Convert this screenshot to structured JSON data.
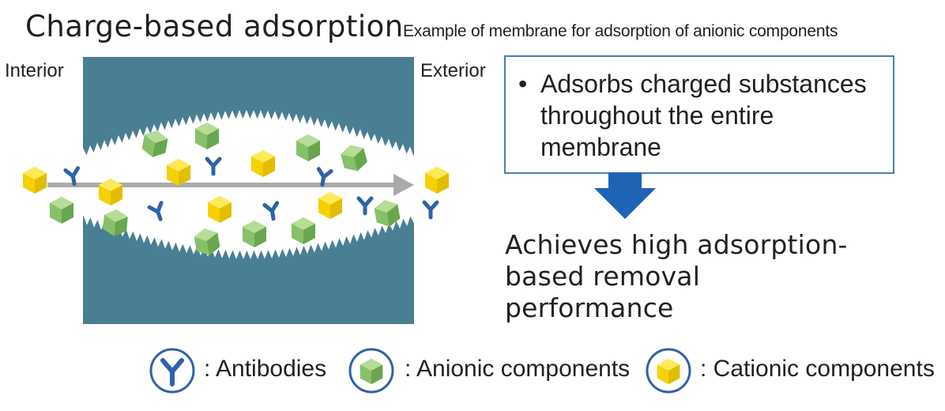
{
  "title": "Charge-based adsorption",
  "subtitle": "Example of membrane for adsorption of anionic components",
  "labels": {
    "interior": "Interior",
    "exterior": "Exterior"
  },
  "info_box": {
    "bullet": "•",
    "text": "Adsorbs charged substances throughout the entire membrane"
  },
  "result": "Achieves high adsorption-based removal performance",
  "legend": {
    "antibodies": ": Antibodies",
    "anionic": ": Anionic components",
    "cationic": ": Cationic components"
  },
  "colors": {
    "membrane": "#4a7f93",
    "antibody": "#2f62a9",
    "anionic": "#88c06a",
    "cationic": "#f5d100",
    "arrow": "#aaaaaa",
    "down_arrow": "#1f63b5",
    "box_border": "#4a7fb5"
  }
}
